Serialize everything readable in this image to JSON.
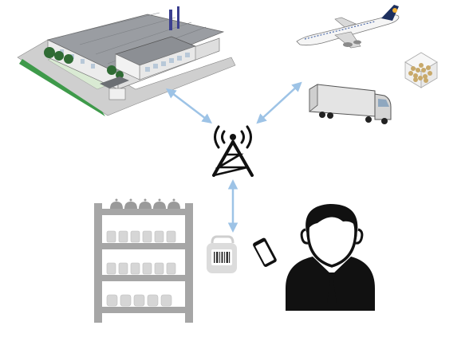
{
  "diagram": {
    "hub": {
      "icon": "cell-tower-icon"
    },
    "nodes": [
      {
        "id": "factory",
        "icon": "factory-building-icon"
      },
      {
        "id": "airplane",
        "icon": "cargo-airplane-icon"
      },
      {
        "id": "goods-box",
        "icon": "goods-box-icon"
      },
      {
        "id": "truck",
        "icon": "delivery-truck-icon"
      },
      {
        "id": "storage-shelf",
        "icon": "storage-shelf-icon"
      },
      {
        "id": "rfid-tag",
        "icon": "rfid-tag-icon"
      },
      {
        "id": "smartphone",
        "icon": "smartphone-icon"
      },
      {
        "id": "business-person",
        "icon": "business-person-icon"
      }
    ],
    "connections": [
      {
        "from": "hub",
        "to": "factory",
        "style": "double-arrow"
      },
      {
        "from": "hub",
        "to": "truck",
        "style": "double-arrow"
      },
      {
        "from": "hub",
        "to": "storage-shelf",
        "style": "double-arrow"
      }
    ],
    "colors": {
      "arrow": "#9dc3e6",
      "tower": "#111111",
      "person": "#111111",
      "shelf_frame": "#a6a6a6",
      "factory_roof": "#8c8f94",
      "factory_lawn": "#3e9a4a",
      "truck_body": "#e4e4e4",
      "plane_tail": "#1d2f5e",
      "plane_engine": "#f2b134"
    }
  }
}
